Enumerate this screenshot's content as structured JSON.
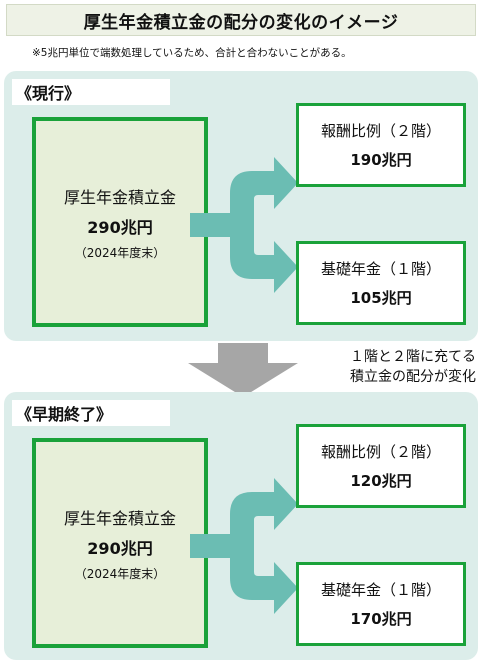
{
  "title": "厚生年金積立金の配分の変化のイメージ",
  "note": "※5兆円単位で端数処理しているため、合計と合わないことがある。",
  "colors": {
    "teal_arrow": "#6bbdb3",
    "green_border": "#1aa23a",
    "panel_background": "#dcedea",
    "fund_fill": "#e7efd9",
    "gray_arrow": "#a6a6a6"
  },
  "current": {
    "label": "《現行》",
    "fund": {
      "name": "厚生年金積立金",
      "amount": "290兆円",
      "year": "（2024年度末）"
    },
    "tier2": {
      "name": "報酬比例（２階）",
      "amount": "190兆円"
    },
    "tier1": {
      "name": "基礎年金（１階）",
      "amount": "105兆円"
    }
  },
  "transition": {
    "line1": "１階と２階に充てる",
    "line2": "積立金の配分が変化"
  },
  "early_end": {
    "label": "《早期終了》",
    "fund": {
      "name": "厚生年金積立金",
      "amount": "290兆円",
      "year": "（2024年度末）"
    },
    "tier2": {
      "name": "報酬比例（２階）",
      "amount": "120兆円"
    },
    "tier1": {
      "name": "基礎年金（１階）",
      "amount": "170兆円"
    }
  }
}
